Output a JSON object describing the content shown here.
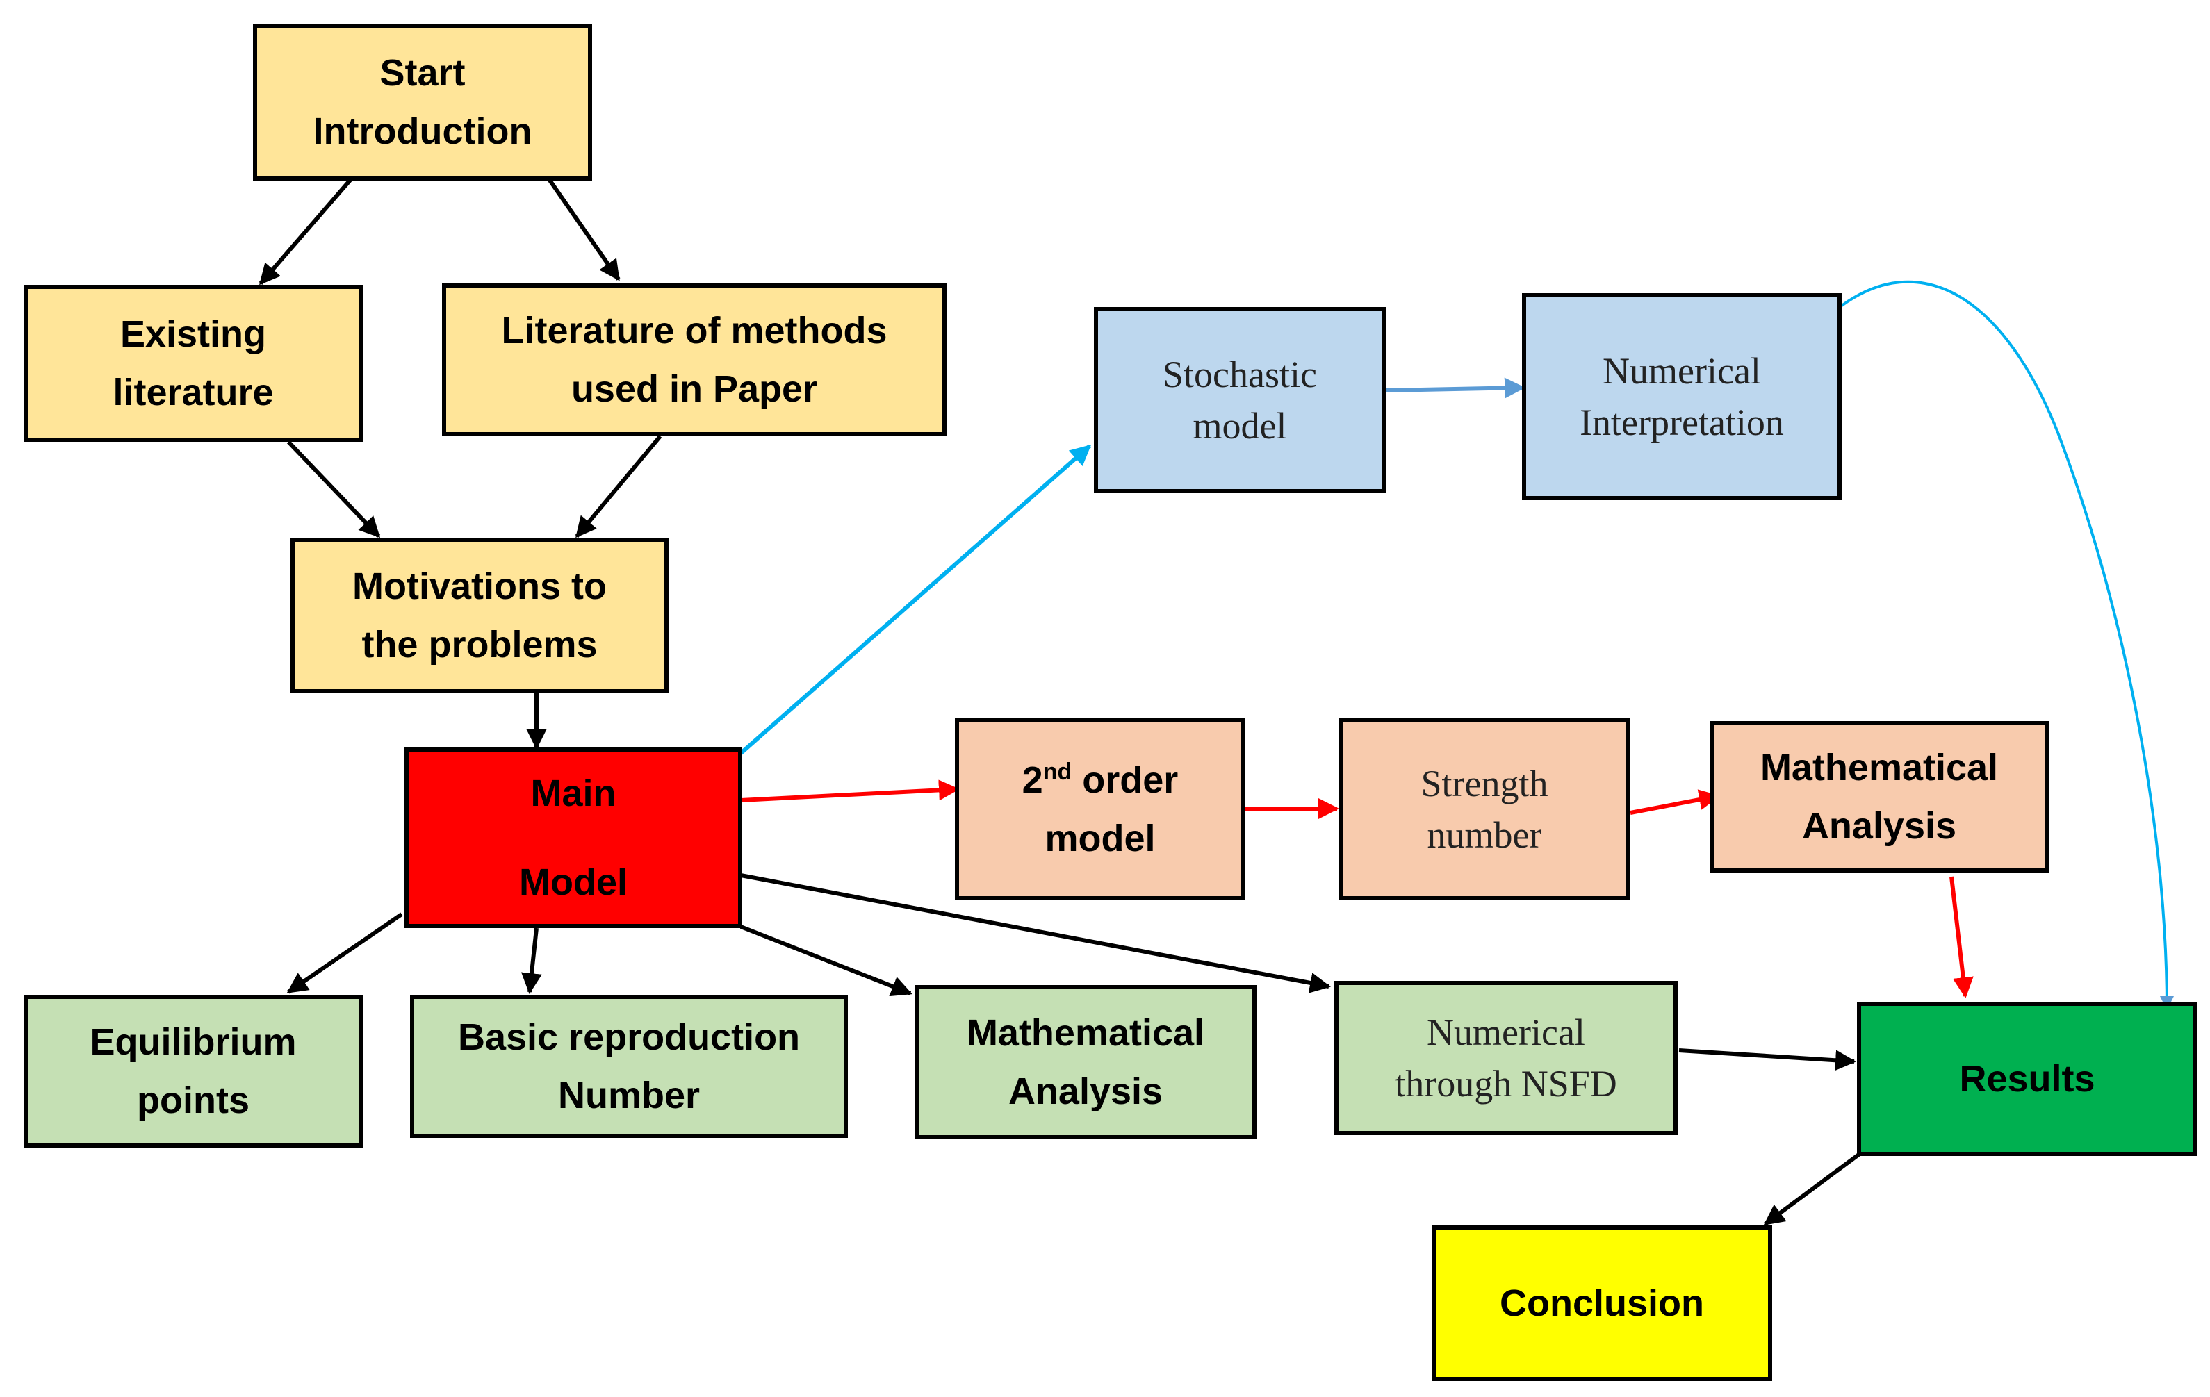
{
  "colors": {
    "yellow": "#ffe599",
    "blue": "#bdd7ee",
    "peach": "#f8cbad",
    "green_light": "#c5e0b4",
    "green_dark": "#00b050",
    "red": "#ff0000",
    "conclusion_yellow": "#ffff00",
    "arrow_black": "#000000",
    "arrow_red": "#ff0000",
    "arrow_blue": "#00b0f0",
    "arrow_steel": "#5b9bd5"
  },
  "nodes": {
    "start": {
      "line1": "Start",
      "line2": "Introduction"
    },
    "existing_literature": {
      "line1": "Existing",
      "line2": "literature"
    },
    "literature_methods": {
      "line1": "Literature of methods",
      "line2": "used in Paper"
    },
    "motivations": {
      "line1": "Motivations to",
      "line2": "the problems"
    },
    "main_model": {
      "line1": "Main",
      "line2": "Model"
    },
    "stochastic_model": {
      "line1": "Stochastic",
      "line2": "model"
    },
    "numerical_interpretation": {
      "line1": "Numerical",
      "line2": "Interpretation"
    },
    "second_order_model": {
      "ordinal": "2",
      "superscript": "nd",
      "line1_rest": " order",
      "line2": "model"
    },
    "strength_number": {
      "line1": "Strength",
      "line2": "number"
    },
    "math_analysis_top": {
      "line1": "Mathematical",
      "line2": "Analysis"
    },
    "equilibrium_points": {
      "line1": "Equilibrium",
      "line2": "points"
    },
    "basic_reproduction": {
      "line1": "Basic reproduction",
      "line2": "Number"
    },
    "math_analysis_bottom": {
      "line1": "Mathematical",
      "line2": "Analysis"
    },
    "numerical_nsfd": {
      "line1": "Numerical",
      "line2": "through NSFD"
    },
    "results": {
      "label": "Results"
    },
    "conclusion": {
      "label": "Conclusion"
    }
  }
}
